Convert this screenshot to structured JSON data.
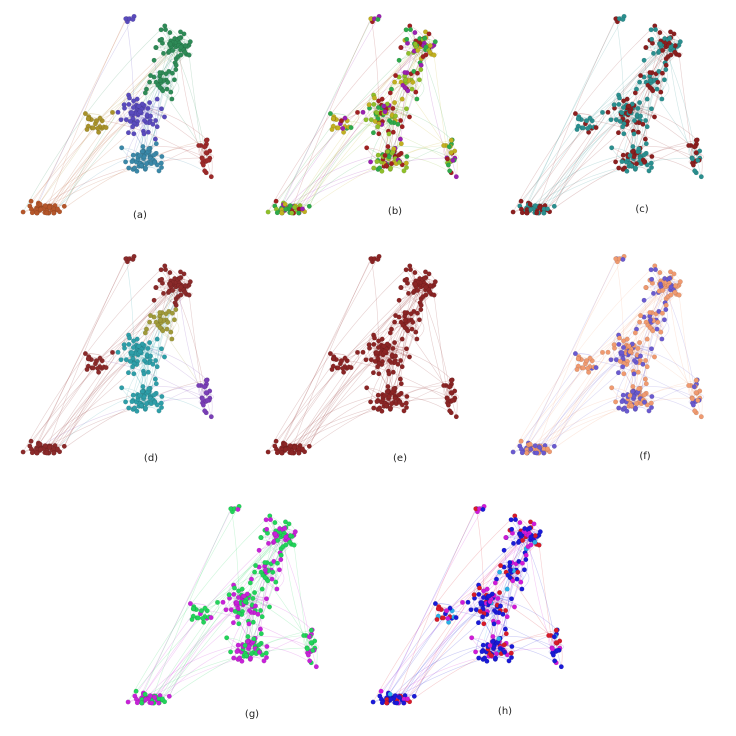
{
  "figure": {
    "panels": [
      {
        "id": "a",
        "caption": "(a)",
        "colors": [
          "#2e8b57",
          "#5a4bbd",
          "#3a88a8",
          "#9e2a2a",
          "#a8922a",
          "#b5562a"
        ]
      },
      {
        "id": "b",
        "caption": "(b)",
        "colors": [
          "#8fbf2a",
          "#2eaa4a",
          "#9a20b0",
          "#a02020",
          "#c2b020"
        ]
      },
      {
        "id": "c",
        "caption": "(c)",
        "colors": [
          "#2a8f8f",
          "#8c1f1f"
        ]
      },
      {
        "id": "d",
        "caption": "(d)",
        "colors": [
          "#8b2a2a",
          "#2e9ea8",
          "#7a3fb8",
          "#a09a3a"
        ]
      },
      {
        "id": "e",
        "caption": "(e)",
        "colors": [
          "#8b2525"
        ]
      },
      {
        "id": "f",
        "caption": "(f)",
        "colors": [
          "#f09a70",
          "#6a5ad0"
        ]
      },
      {
        "id": "g",
        "caption": "(g)",
        "colors": [
          "#22d45a",
          "#c822d8"
        ]
      },
      {
        "id": "h",
        "caption": "(h)",
        "colors": [
          "#1a1ad8",
          "#d81a2a",
          "#d01ad8",
          "#2ab0e8"
        ]
      }
    ]
  }
}
